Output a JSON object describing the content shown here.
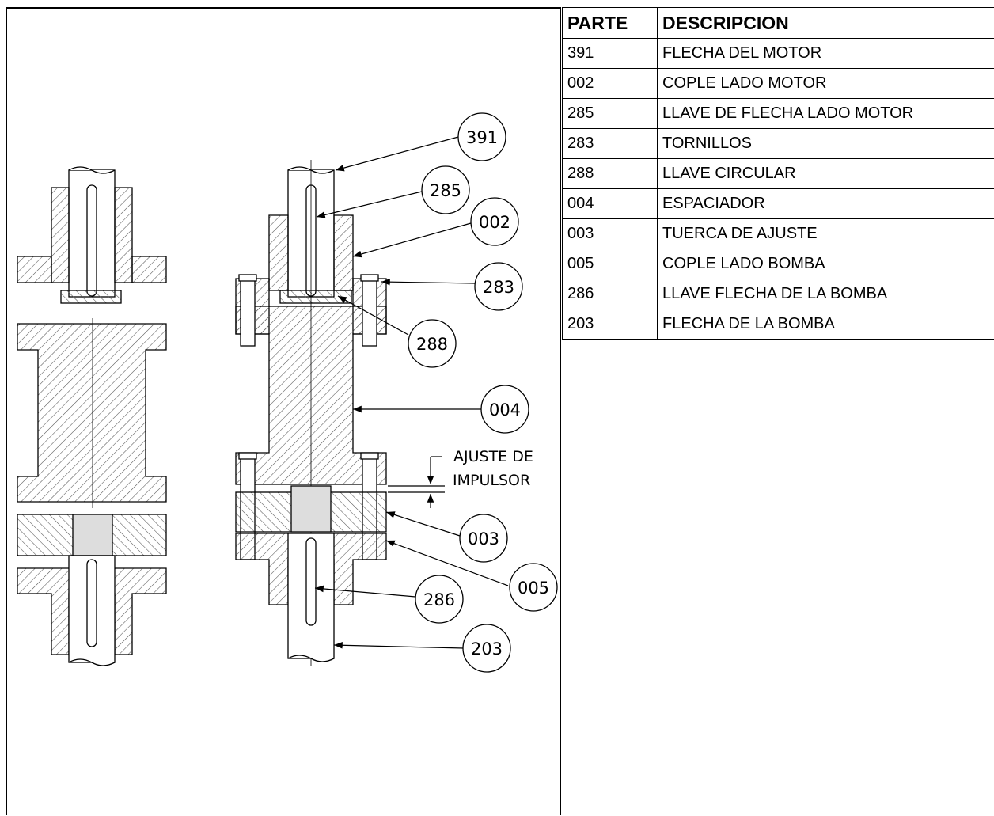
{
  "table": {
    "headers": {
      "part": "PARTE",
      "description": "DESCRIPCION"
    },
    "rows": [
      {
        "part": "391",
        "description": "FLECHA DEL MOTOR"
      },
      {
        "part": "002",
        "description": "COPLE LADO MOTOR"
      },
      {
        "part": "285",
        "description": "LLAVE DE FLECHA LADO MOTOR"
      },
      {
        "part": "283",
        "description": "TORNILLOS"
      },
      {
        "part": "288",
        "description": "LLAVE CIRCULAR"
      },
      {
        "part": "004",
        "description": "ESPACIADOR"
      },
      {
        "part": "003",
        "description": "TUERCA DE AJUSTE"
      },
      {
        "part": "005",
        "description": "COPLE LADO BOMBA"
      },
      {
        "part": "286",
        "description": "LLAVE FLECHA DE LA BOMBA"
      },
      {
        "part": "203",
        "description": "FLECHA DE LA BOMBA"
      }
    ]
  },
  "callouts": {
    "c391": "391",
    "c285": "285",
    "c002": "002",
    "c283": "283",
    "c288": "288",
    "c004": "004",
    "c003": "003",
    "c005": "005",
    "c286": "286",
    "c203": "203"
  },
  "note": {
    "line1": "AJUSTE DE",
    "line2": "IMPULSOR"
  },
  "colors": {
    "line": "#000000",
    "hatch": "#555555",
    "background": "#ffffff"
  }
}
